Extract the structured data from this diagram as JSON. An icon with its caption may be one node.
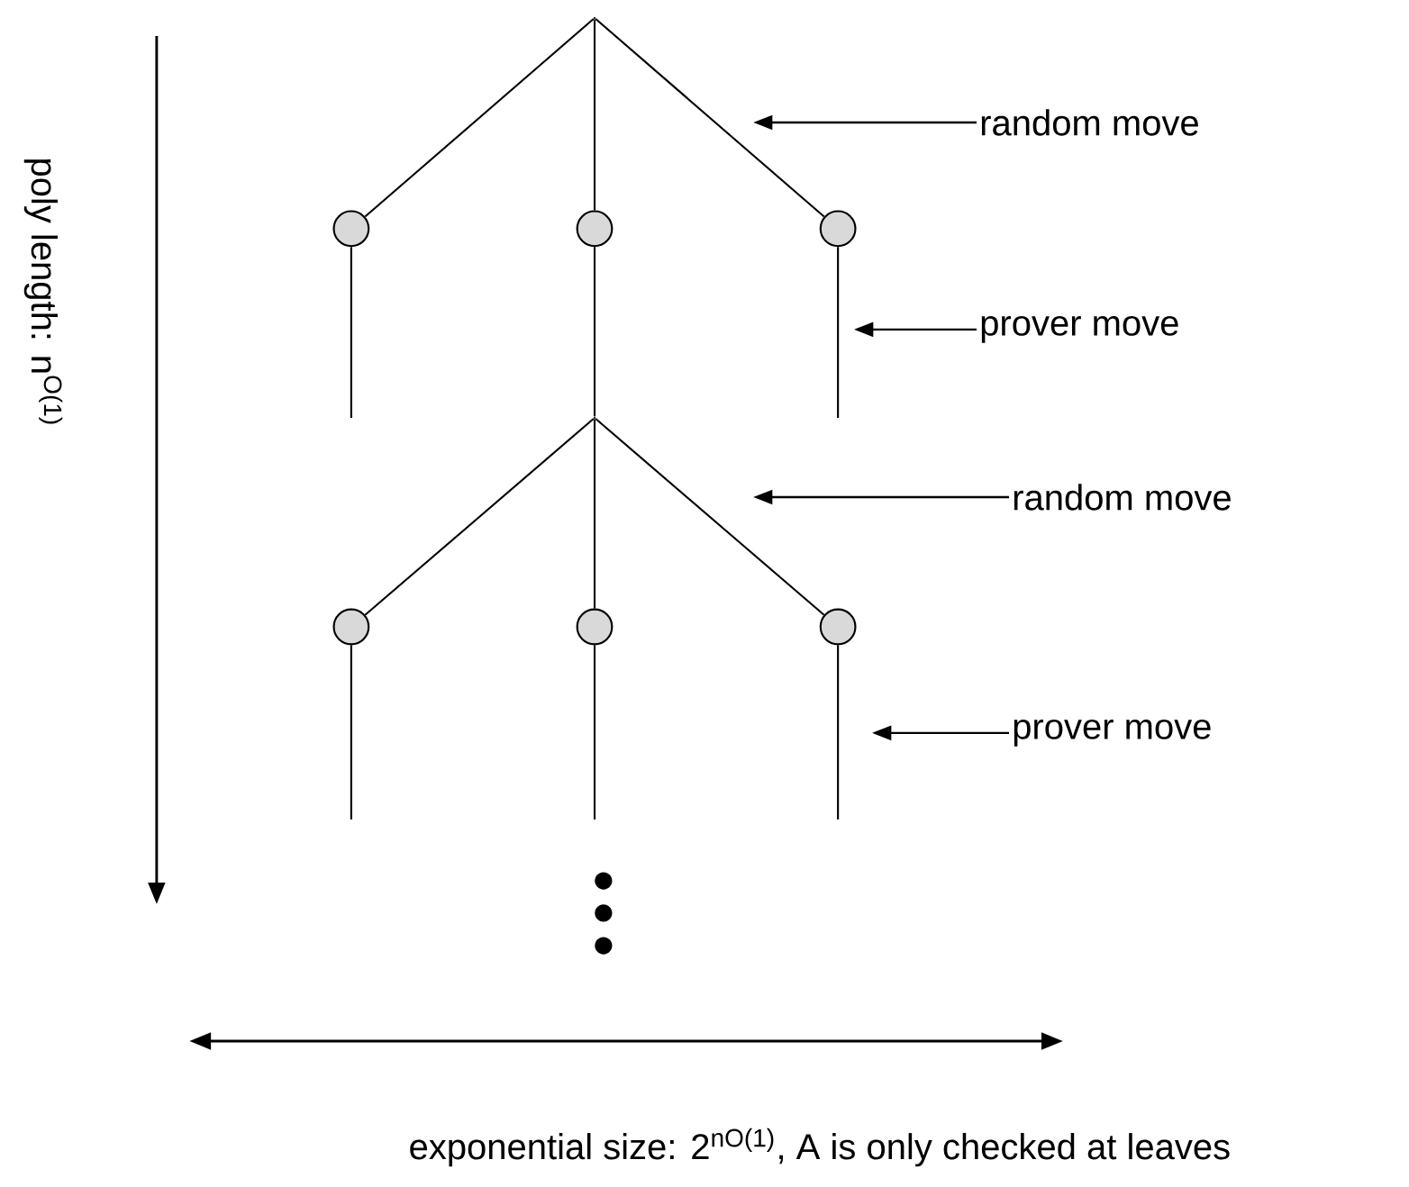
{
  "diagram": {
    "nodes": [
      {
        "text": [],
        "shape": "point"
      },
      {
        "text": [],
        "shape": "circle"
      },
      {
        "text": [],
        "shape": "circle"
      },
      {
        "text": [],
        "shape": "circle"
      },
      {
        "text": [],
        "shape": "point"
      },
      {
        "text": [],
        "shape": "circle"
      },
      {
        "text": [],
        "shape": "circle"
      },
      {
        "text": [],
        "shape": "circle"
      },
      {
        "text": [
          "random move"
        ]
      },
      {
        "text": [
          "prover move"
        ]
      },
      {
        "text": [
          "random move"
        ]
      },
      {
        "text": [
          "prover move"
        ]
      }
    ],
    "edges": [
      {
        "from": 0,
        "to": 1,
        "arrow": "none"
      },
      {
        "from": 0,
        "to": 2,
        "arrow": "none"
      },
      {
        "from": 0,
        "to": 3,
        "arrow": "none"
      },
      {
        "from": 1,
        "to": null,
        "arrow": "none"
      },
      {
        "from": 2,
        "to": 4,
        "arrow": "none"
      },
      {
        "from": 3,
        "to": null,
        "arrow": "none"
      },
      {
        "from": 4,
        "to": 5,
        "arrow": "none"
      },
      {
        "from": 4,
        "to": 6,
        "arrow": "none"
      },
      {
        "from": 4,
        "to": 7,
        "arrow": "none"
      },
      {
        "from": 5,
        "to": null,
        "arrow": "none"
      },
      {
        "from": 6,
        "to": null,
        "arrow": "none"
      },
      {
        "from": 7,
        "to": null,
        "arrow": "none"
      },
      {
        "from": 8,
        "to": null,
        "arrow": "to"
      },
      {
        "from": 9,
        "to": null,
        "arrow": "to"
      },
      {
        "from": 10,
        "to": null,
        "arrow": "to"
      },
      {
        "from": 11,
        "to": null,
        "arrow": "to"
      }
    ],
    "labels": [
      "poly length: n$^{O(1)}$",
      "exponential size: 2$^{nO(1)}$, A is only checked at leaves"
    ]
  }
}
